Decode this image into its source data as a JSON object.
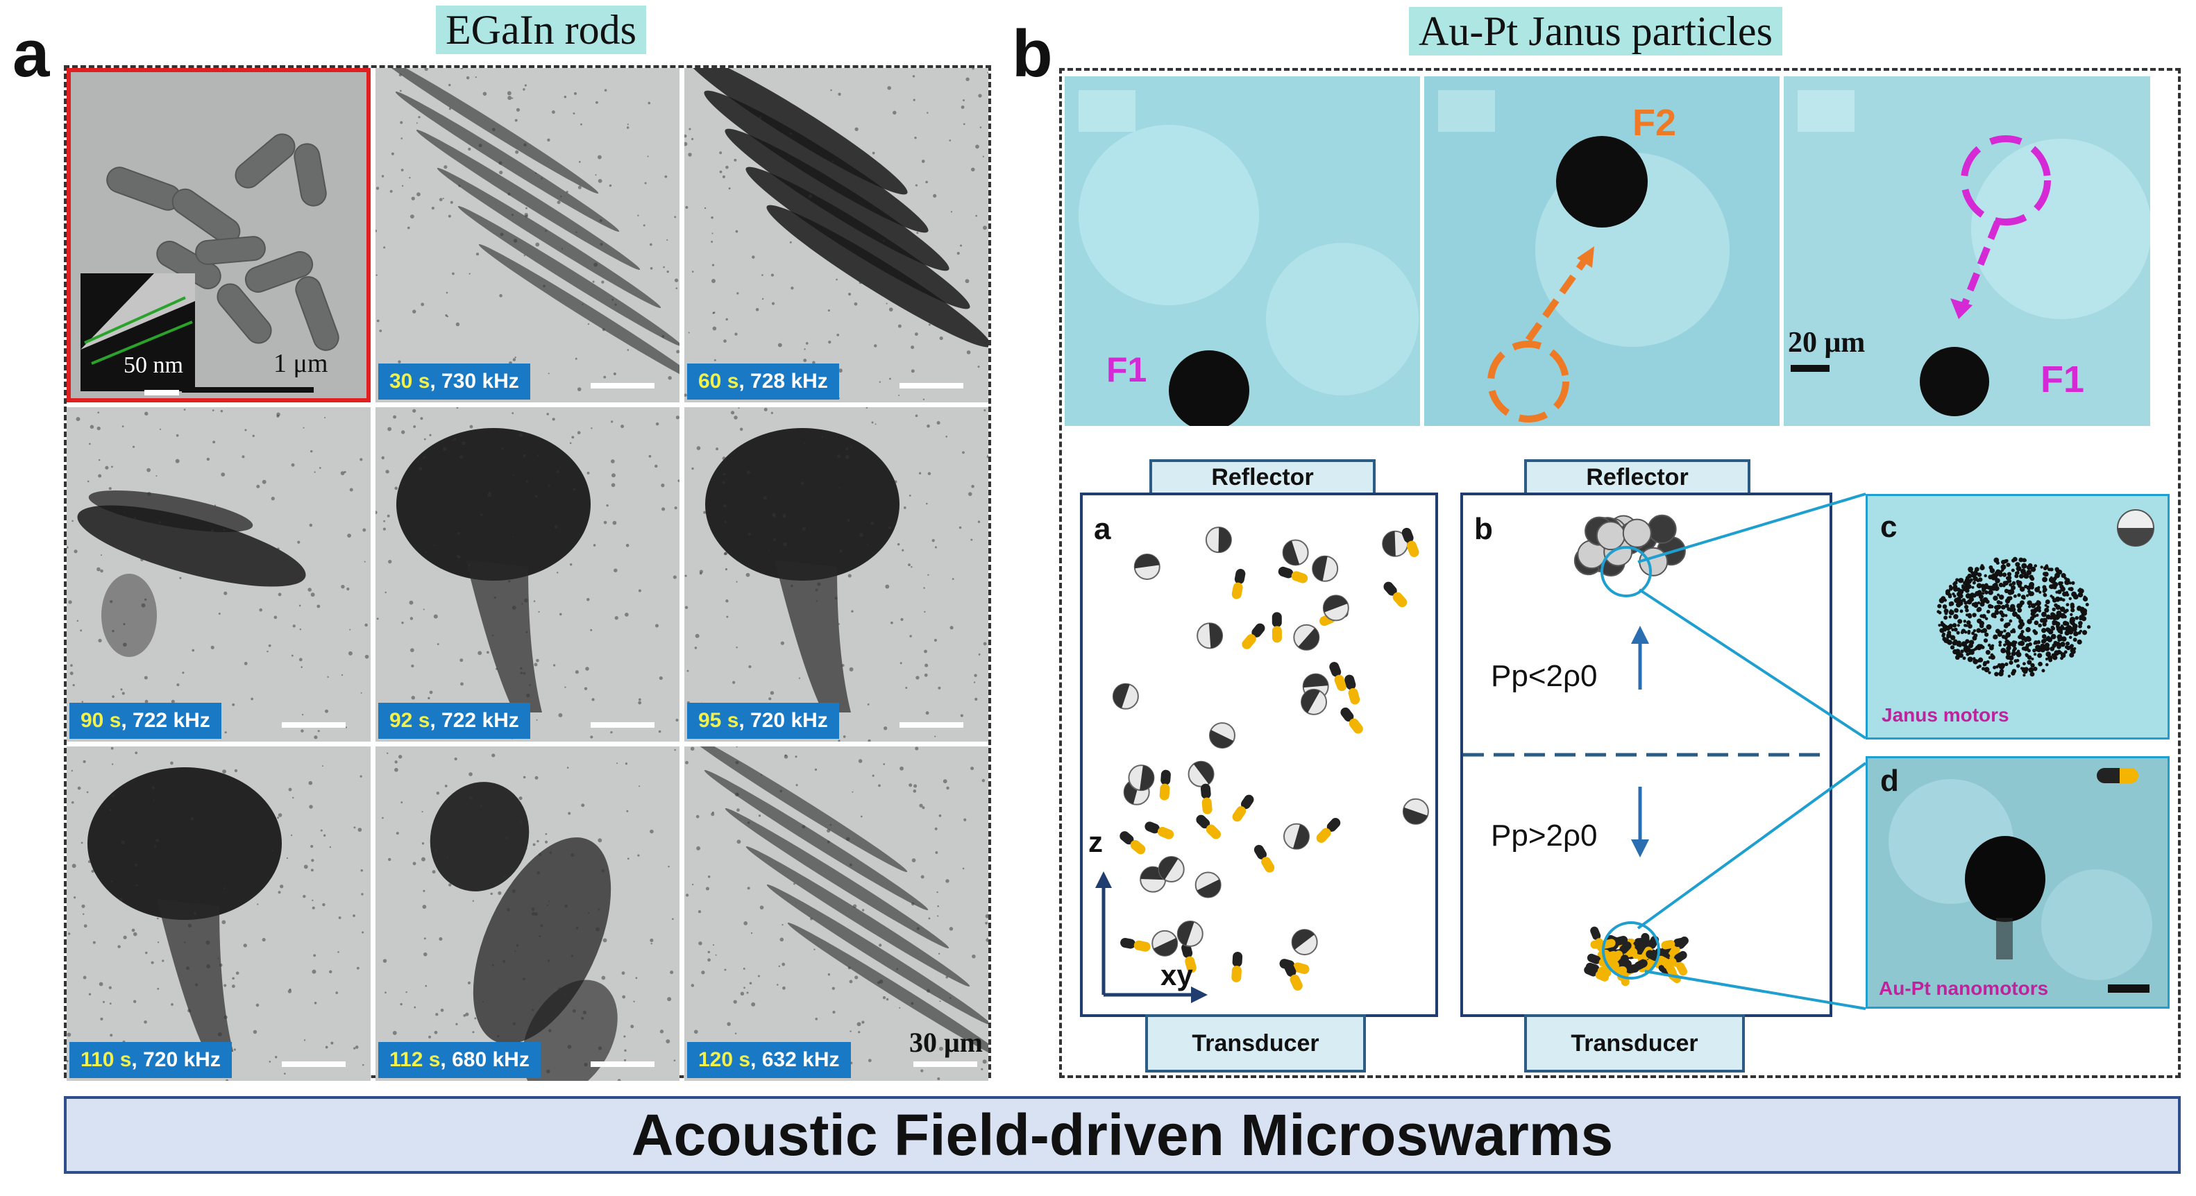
{
  "panel_a": {
    "letter": "a",
    "title": "EGaIn rods",
    "inset": {
      "scale_large": "1 μm",
      "scale_small": "50 nm"
    },
    "tiles": [
      {
        "time": "30 s",
        "freq": ", 730 kHz"
      },
      {
        "time": "60 s",
        "freq": ", 728 kHz"
      },
      {
        "time": "90 s",
        "freq": ", 722 kHz"
      },
      {
        "time": "92 s",
        "freq": ", 722 kHz"
      },
      {
        "time": "95 s",
        "freq": ", 720 kHz"
      },
      {
        "time": "110 s",
        "freq": ", 720 kHz"
      },
      {
        "time": "112 s",
        "freq": ", 680 kHz"
      },
      {
        "time": "120 s",
        "freq": ", 632 kHz"
      }
    ],
    "scale_label": "30 μm"
  },
  "panel_b": {
    "letter": "b",
    "title": "Au-Pt Janus particles",
    "frames": {
      "f1": "F1",
      "f2": "F2",
      "f1b": "F1",
      "scale": "20 μm"
    },
    "schematic": {
      "a": {
        "letter": "a",
        "reflector": "Reflector",
        "transducer": "Transducer",
        "axis_z": "z",
        "axis_xy": "xy"
      },
      "b": {
        "letter": "b",
        "reflector": "Reflector",
        "transducer": "Transducer",
        "cond_up": "Pp<2ρ0",
        "cond_down": "Pp>2ρ0"
      },
      "c": {
        "letter": "c",
        "label": "Janus motors"
      },
      "d": {
        "letter": "d",
        "label": "Au-Pt nanomotors"
      }
    }
  },
  "banner": "Acoustic Field-driven Microswarms",
  "colors": {
    "teal": "#aee6e3",
    "label_blue": "#1979c4",
    "label_yellow": "#f2f04a",
    "magenta": "#d629d6",
    "orange": "#ee7a25",
    "banner_bg": "#d9e2f3"
  }
}
